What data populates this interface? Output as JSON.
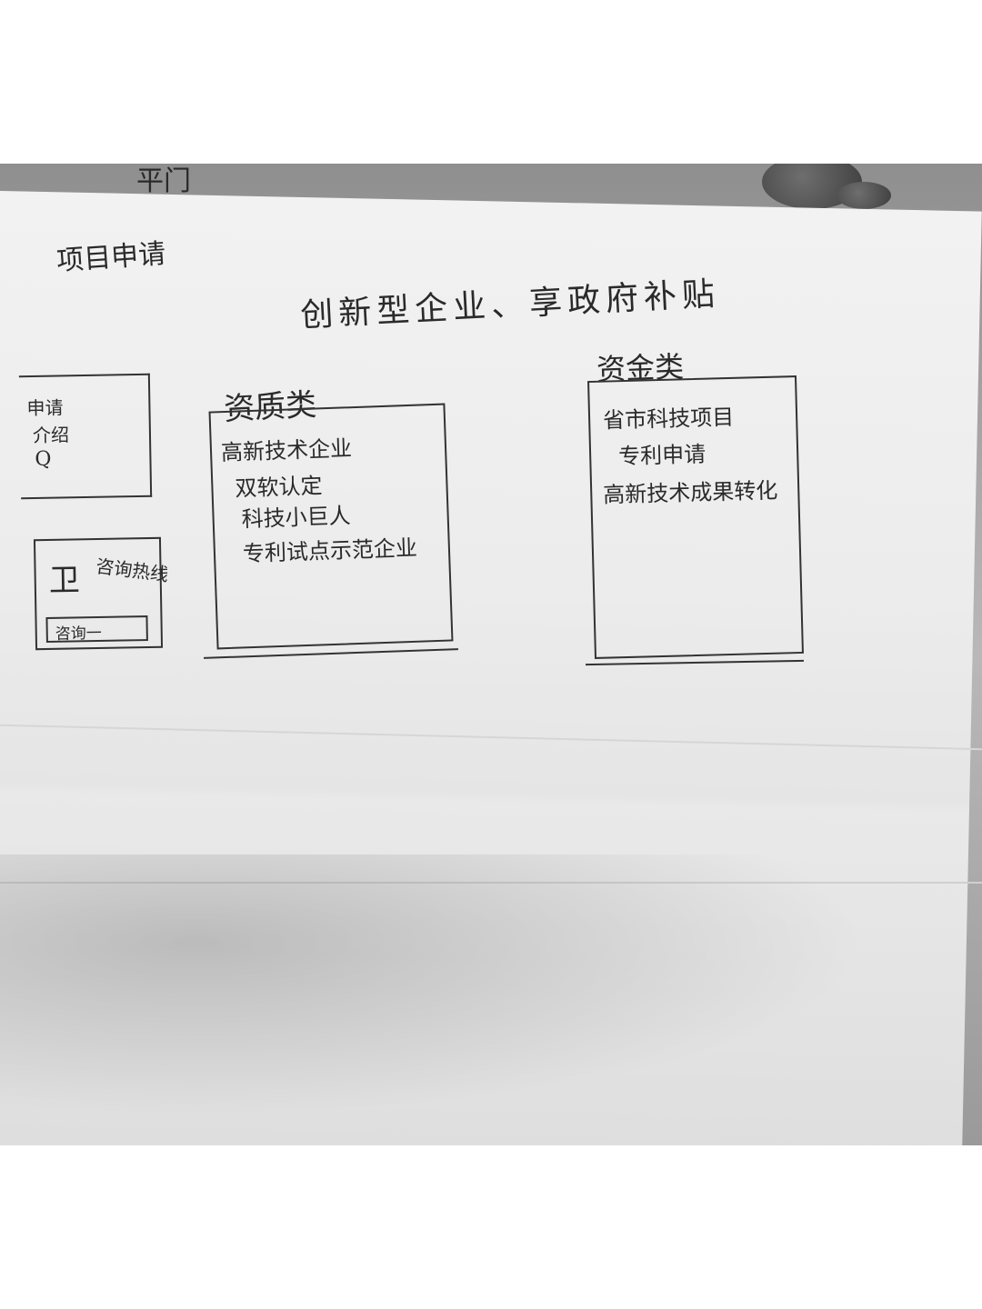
{
  "top_scrap_text": "平门",
  "page_heading": "项目申请",
  "main_title": "创新型企业、享政府补贴",
  "left_panel": {
    "lines": [
      "申请",
      "介绍",
      "Q"
    ]
  },
  "left_card": {
    "icon_text": "卫",
    "title": "咨询热线",
    "button_label": "咨询一"
  },
  "qualification": {
    "heading": "资质类",
    "items": [
      "高新技术企业",
      "双软认定",
      "科技小巨人",
      "专利试点示范企业"
    ]
  },
  "funding": {
    "heading": "资金类",
    "items": [
      "省市科技项目",
      "专利申请",
      "高新技术成果转化"
    ]
  }
}
